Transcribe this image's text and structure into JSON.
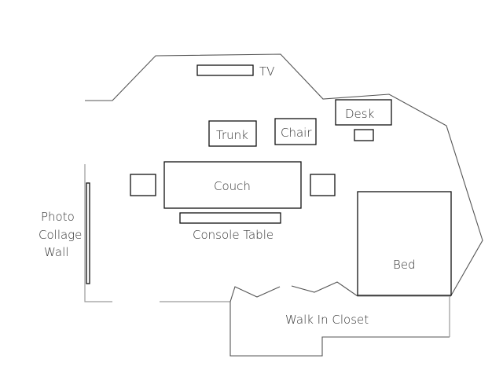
{
  "diagram": {
    "type": "floor-plan",
    "labels": {
      "tv": "TV",
      "desk": "Desk",
      "trunk": "Trunk",
      "chair": "Chair",
      "couch": "Couch",
      "console_table": "Console Table",
      "photo_wall_line1": "Photo",
      "photo_wall_line2": "Collage",
      "photo_wall_line3": "Wall",
      "bed": "Bed",
      "walk_in_closet": "Walk In Closet"
    },
    "colors": {
      "wall": "#555555",
      "furniture_outline": "#111111",
      "label": "#333333",
      "background": "#ffffff"
    }
  }
}
